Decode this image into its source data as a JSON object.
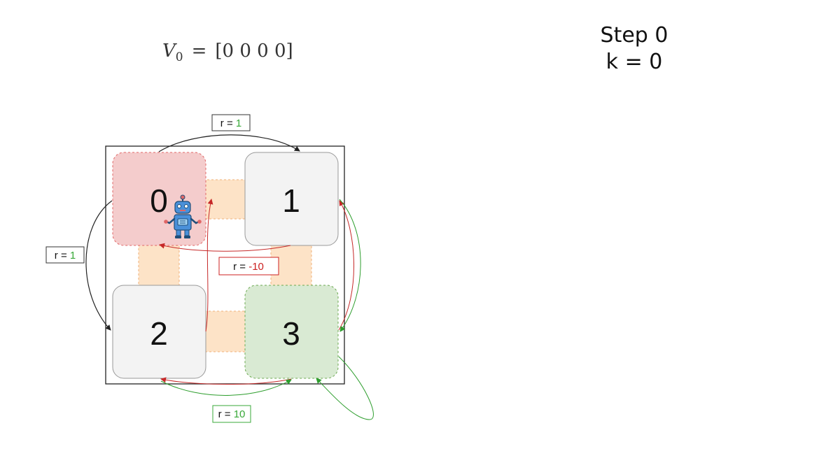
{
  "formula": {
    "symbol": "V",
    "subscript": "0",
    "equals": "=",
    "vector": "[0 0 0 0]"
  },
  "step": {
    "step_label": "Step 0",
    "k_label": "k = 0"
  },
  "states": [
    {
      "id": "0",
      "fill": "#f4cccc",
      "border": "#e06666",
      "dashed": true
    },
    {
      "id": "1",
      "fill": "#f3f3f3",
      "border": "#999999",
      "dashed": false
    },
    {
      "id": "2",
      "fill": "#f3f3f3",
      "border": "#999999",
      "dashed": false
    },
    {
      "id": "3",
      "fill": "#d9ead3",
      "border": "#6aa84f",
      "dashed": true
    }
  ],
  "rewards": [
    {
      "prefix": "r = ",
      "value": "1",
      "color": "#38a838",
      "border": "#333333"
    },
    {
      "prefix": "r = ",
      "value": "1",
      "color": "#38a838",
      "border": "#333333"
    },
    {
      "prefix": "r = ",
      "value": "-10",
      "color": "#cc2222",
      "border": "#cc2222"
    },
    {
      "prefix": "r = ",
      "value": "10",
      "color": "#38a838",
      "border": "#38a838"
    }
  ],
  "agent": {
    "icon": "robot-icon"
  },
  "colors": {
    "black_arrow": "#222222",
    "red_arrow": "#c62828",
    "green_arrow": "#2e9e2e",
    "corridor": "#fde3c7"
  }
}
